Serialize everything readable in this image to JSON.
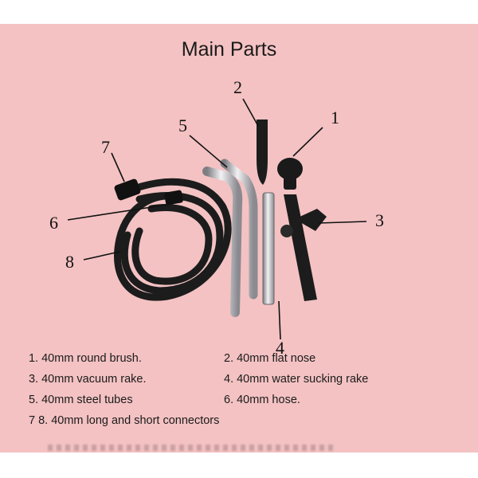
{
  "title": "Main Parts",
  "callouts": [
    "1",
    "2",
    "3",
    "4",
    "5",
    "6",
    "7",
    "8"
  ],
  "legend": [
    "1. 40mm round brush.",
    "2. 40mm flat nose",
    "3. 40mm vacuum rake.",
    "4. 40mm water sucking rake",
    "5. 40mm steel tubes",
    "6. 40mm hose.",
    "7 8. 40mm long and short connectors"
  ],
  "colors": {
    "background": "#f4c2c3",
    "parts": "#1c1c1c",
    "steel": "#b9b9bd"
  }
}
